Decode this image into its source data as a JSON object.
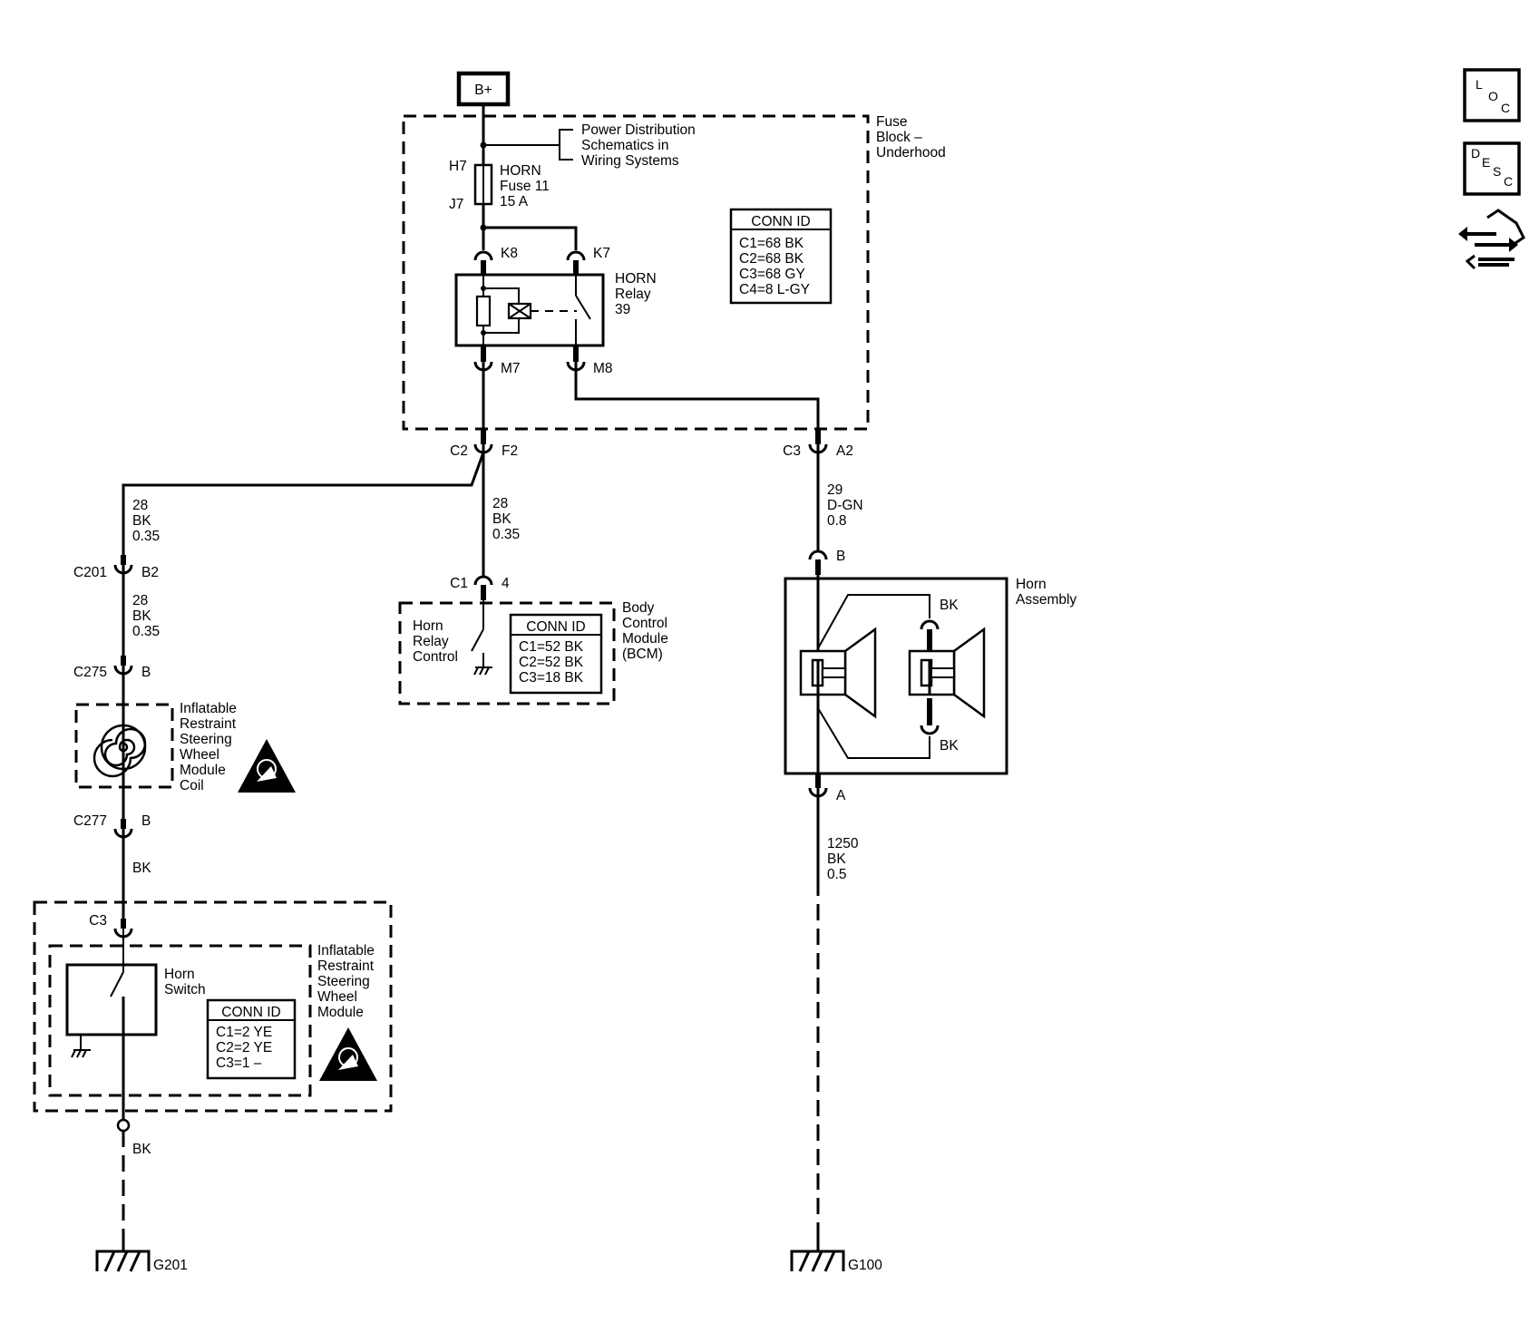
{
  "power": {
    "battery": "B+",
    "ref": [
      "Power Distribution",
      "Schematics in",
      "Wiring Systems"
    ]
  },
  "fuse_block": {
    "title": [
      "Fuse",
      "Block –",
      "Underhood"
    ],
    "fuse": {
      "top_pin": "H7",
      "bottom_pin": "J7",
      "label": [
        "HORN",
        "Fuse 11",
        "15 A"
      ]
    },
    "relay": {
      "label": [
        "HORN",
        "Relay",
        "39"
      ],
      "pins": {
        "k8": "K8",
        "k7": "K7",
        "m7": "M7",
        "m8": "M8"
      }
    },
    "conn_id": {
      "title": "CONN ID",
      "lines": [
        "C1=68 BK",
        "C2=68 BK",
        "C3=68 GY",
        "C4=8 L-GY"
      ]
    },
    "out_left": {
      "conn": "C2",
      "pin": "F2"
    },
    "out_right": {
      "conn": "C3",
      "pin": "A2"
    }
  },
  "wires": {
    "to_c201": [
      "28",
      "BK",
      "0.35"
    ],
    "c201_c275": [
      "28",
      "BK",
      "0.35"
    ],
    "to_bcm": [
      "28",
      "BK",
      "0.35"
    ],
    "to_horn": [
      "29",
      "D-GN",
      "0.8"
    ],
    "horn_ground": [
      "1250",
      "BK",
      "0.5"
    ],
    "c277_c3": "BK",
    "switch_ground": "BK"
  },
  "connectors": {
    "c201": {
      "conn": "C201",
      "pin": "B2"
    },
    "c275": {
      "conn": "C275",
      "pin": "B"
    },
    "c277": {
      "conn": "C277",
      "pin": "B"
    },
    "c3": {
      "conn": "C3"
    },
    "bcm_c1": {
      "conn": "C1",
      "pin": "4"
    },
    "horn_b": {
      "pin": "B"
    },
    "horn_a": {
      "pin": "A"
    }
  },
  "coil": {
    "label": [
      "Inflatable",
      "Restraint",
      "Steering",
      "Wheel",
      "Module",
      "Coil"
    ]
  },
  "bcm": {
    "title": [
      "Body",
      "Control",
      "Module",
      "(BCM)"
    ],
    "control": [
      "Horn",
      "Relay",
      "Control"
    ],
    "conn_id": {
      "title": "CONN ID",
      "lines": [
        "C1=52 BK",
        "C2=52 BK",
        "C3=18 BK"
      ]
    }
  },
  "horn_assembly": {
    "title": [
      "Horn",
      "Assembly"
    ],
    "upper": "BK",
    "lower": "BK"
  },
  "steering_module": {
    "title": [
      "Inflatable",
      "Restraint",
      "Steering",
      "Wheel",
      "Module"
    ],
    "switch": [
      "Horn",
      "Switch"
    ],
    "conn_id": {
      "title": "CONN ID",
      "lines": [
        "C1=2 YE",
        "C2=2 YE",
        "C3=1 –"
      ]
    }
  },
  "grounds": {
    "left": "G201",
    "right": "G100"
  },
  "side_icons": {
    "loc": [
      "L",
      "O",
      "C"
    ],
    "desc": [
      "D",
      "E",
      "S",
      "C"
    ],
    "icon_names": [
      "loc-icon",
      "desc-icon",
      "connector-tool-icon"
    ]
  }
}
